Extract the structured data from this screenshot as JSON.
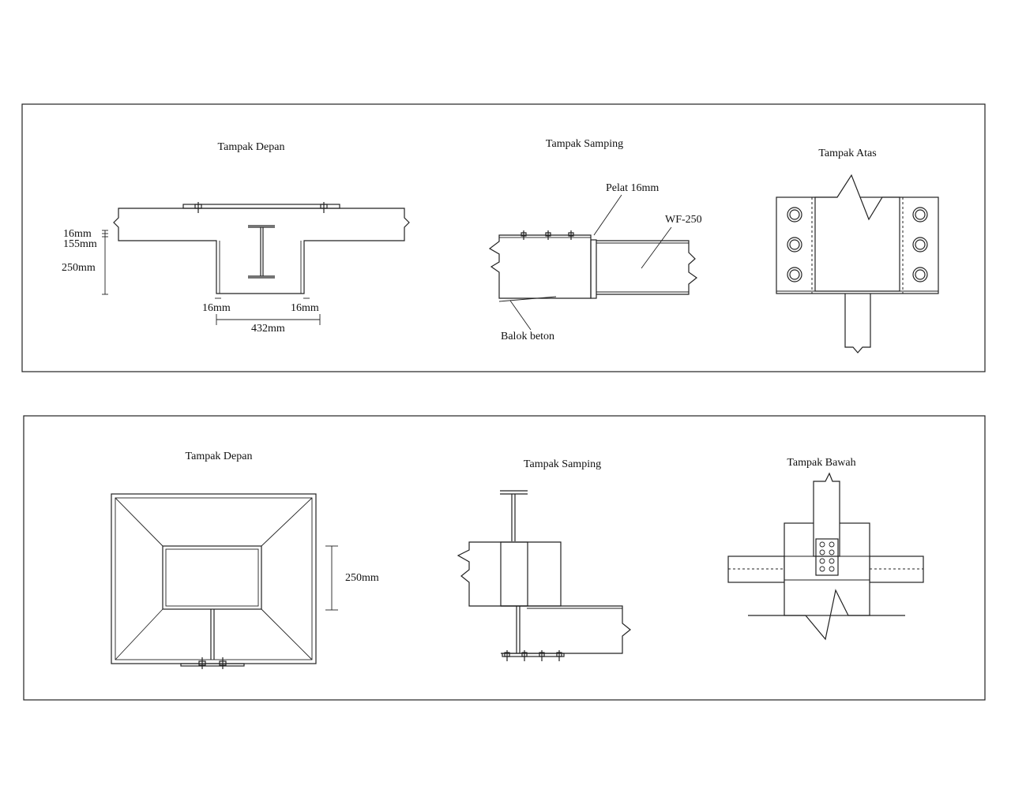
{
  "panel_top": {
    "front": {
      "title": "Tampak Depan",
      "dim_16": "16mm",
      "dim_155": "155mm",
      "dim_250": "250mm",
      "dim_left16": "16mm",
      "dim_right16": "16mm",
      "dim_432": "432mm"
    },
    "side": {
      "title": "Tampak Samping",
      "plate": "Pelat 16mm",
      "beam": "WF-250",
      "concrete": "Balok beton"
    },
    "top": {
      "title": "Tampak Atas"
    }
  },
  "panel_bottom": {
    "front": {
      "title": "Tampak Depan",
      "dim_250": "250mm"
    },
    "side": {
      "title": "Tampak Samping"
    },
    "bottom": {
      "title": "Tampak Bawah"
    }
  }
}
